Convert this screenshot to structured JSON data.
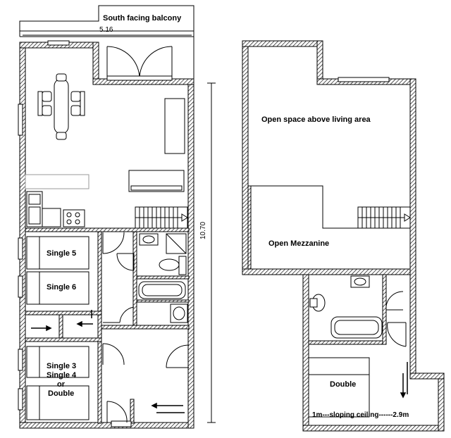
{
  "labels": {
    "balcony": "South facing balcony",
    "width_dim": "5.16",
    "length_dim": "10.70",
    "single5": "Single 5",
    "single6": "Single 6",
    "single3": "Single 3",
    "single4": "Single 4",
    "or": "or",
    "double_alt": "Double",
    "open_space": "Open space above living area",
    "mezzanine": "Open Mezzanine",
    "double_bed": "Double",
    "ceiling": "1m---sloping ceiling------2.9m"
  }
}
